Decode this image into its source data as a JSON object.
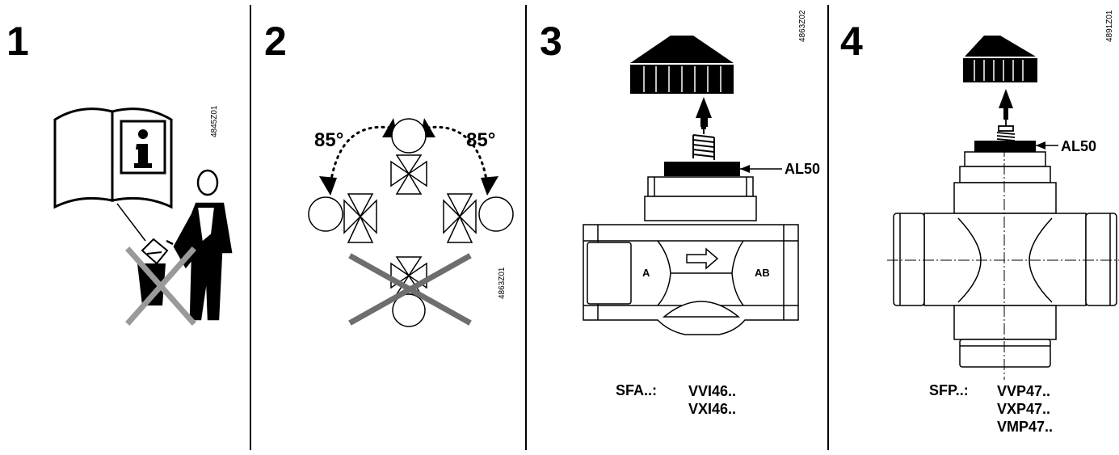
{
  "panels": [
    {
      "number": "1",
      "code": "4845Z01"
    },
    {
      "number": "2",
      "code": "4863Z01",
      "angle_left": "85°",
      "angle_right": "85°"
    },
    {
      "number": "3",
      "code": "4863Z02",
      "adapter": "AL50",
      "valve_port_a": "A",
      "valve_port_ab": "AB",
      "actuator": "SFA..:",
      "models": [
        "VVI46..",
        "VXI46.."
      ]
    },
    {
      "number": "4",
      "code": "4891Z01",
      "adapter": "AL50",
      "actuator": "SFP..:",
      "models": [
        "VVP47..",
        "VXP47..",
        "VMP47.."
      ]
    }
  ],
  "colors": {
    "ink": "#000000",
    "cross": "#999999"
  }
}
